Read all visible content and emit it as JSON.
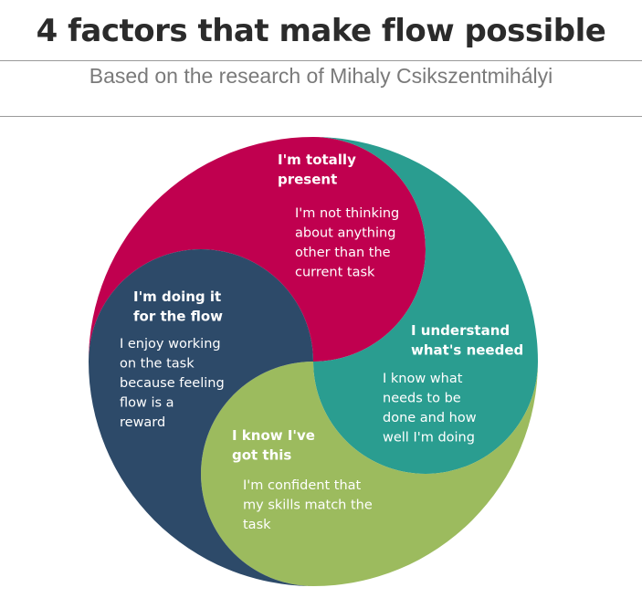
{
  "title": "4 factors that make flow possible",
  "subtitle": "Based on the research of Mihaly Csikszentmihályi",
  "colors": {
    "present": "#c0004f",
    "understand": "#2a9d90",
    "got_this": "#9cbb5e",
    "doing_flow": "#2d4a69"
  },
  "segments": {
    "present": {
      "title": [
        "I'm totally",
        "present"
      ],
      "body": [
        "I'm not thinking",
        "about anything",
        "other than the",
        "current task"
      ]
    },
    "understand": {
      "title": [
        "I understand",
        "what's needed"
      ],
      "body": [
        "I know what",
        "needs to be",
        "done and how",
        "well I'm doing"
      ]
    },
    "got_this": {
      "title": [
        "I know I've",
        "got this"
      ],
      "body": [
        "I'm confident that",
        "my skills match the",
        "task"
      ]
    },
    "doing_flow": {
      "title": [
        "I'm doing it",
        "for the flow"
      ],
      "body": [
        "I enjoy working",
        "on the task",
        "because feeling",
        "flow is a",
        "reward"
      ]
    }
  }
}
